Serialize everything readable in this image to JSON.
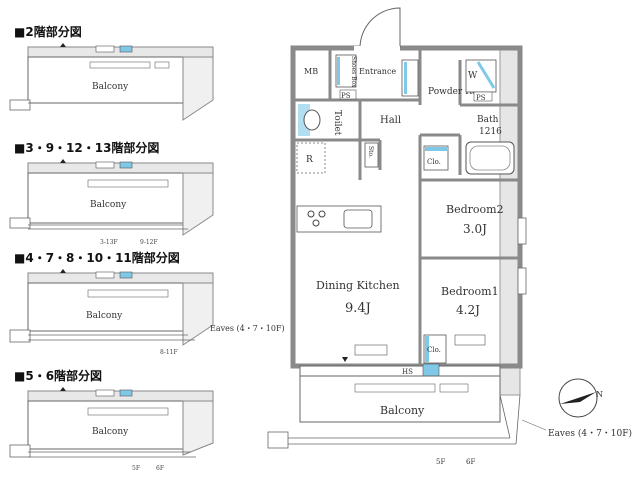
{
  "floor_variants": [
    {
      "heading": "■2階部分図",
      "balcony": "Balcony",
      "floor_marks": []
    },
    {
      "heading": "■3・9・12・13階部分図",
      "balcony": "Balcony",
      "floor_marks": [
        "3-13F",
        "9-12F"
      ]
    },
    {
      "heading": "■4・7・8・10・11階部分図",
      "balcony": "Balcony",
      "eaves": "Eaves (4・7・10F)",
      "floor_marks": [
        "8-11F"
      ]
    },
    {
      "heading": "■5・6階部分図",
      "balcony": "Balcony",
      "floor_marks": [
        "5F",
        "6F"
      ]
    }
  ],
  "main_plan": {
    "rooms": {
      "mb": "MB",
      "shoes_box": "Shoes Box",
      "entrance": "Entrance",
      "powder_room": "Powder Room",
      "w": "W",
      "ps": "PS",
      "toilet": "Toilet",
      "hall": "Hall",
      "bath": "Bath",
      "bath_size": "1216",
      "r": "R",
      "sto": "Sto.",
      "clo": "Clo.",
      "bedroom2": "Bedroom2",
      "bedroom2_size": "3.0J",
      "dining_kitchen": "Dining Kitchen",
      "dining_kitchen_size": "9.4J",
      "bedroom1": "Bedroom1",
      "bedroom1_size": "4.2J",
      "hs": "HS",
      "balcony": "Balcony",
      "eaves": "Eaves (4・7・10F)",
      "floor_5f": "5F",
      "floor_6f": "6F"
    }
  },
  "compass": {
    "label": "N"
  },
  "colors": {
    "wall": "#8a8a8a",
    "fixture_blue": "#7fc8e8",
    "line": "#555555"
  }
}
